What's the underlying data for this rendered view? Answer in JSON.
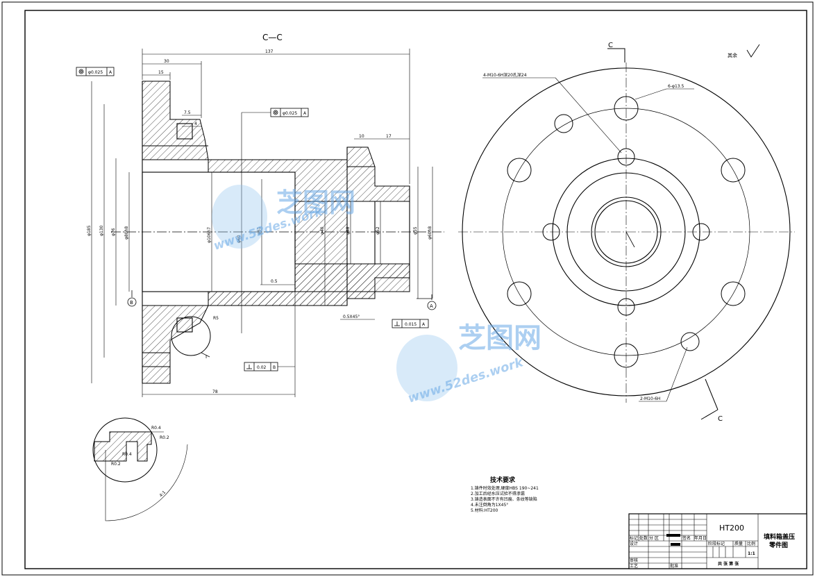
{
  "section": {
    "title": "C—C",
    "dims": {
      "d137": "137",
      "d30": "30",
      "d15": "15",
      "d7_5": "7.5",
      "d4": "4",
      "d10": "10",
      "d17": "17",
      "d78": "78",
      "d0_5": "0.5",
      "chamfer": "0.5X45°",
      "r5": "R5",
      "phi185": "φ185",
      "phi130": "φ130",
      "phi76": "φ76",
      "phi80h8": "φ80h8",
      "phi61": "φ61",
      "phi40": "φ40",
      "phi60h8": "φ60h8",
      "phi52": "φ52",
      "phi48": "φ48",
      "phi55": "φ55",
      "phi106h7": "φ106h7",
      "phi60": "φ60"
    },
    "gdt": {
      "coax1_val": "φ0.025",
      "coax1_ref": "A",
      "coax2_val": "φ0.025",
      "coax2_ref": "A",
      "perp1_val": "0.015",
      "perp1_ref": "A",
      "perp2_val": "0.02",
      "perp2_ref": "B"
    },
    "datum_a": "A",
    "datum_b": "B",
    "detail_label": "I"
  },
  "detail": {
    "r1": "R0.4",
    "r2": "R0.2",
    "r3": "R0.4",
    "r4": "R0.2",
    "scale": "4:1"
  },
  "view": {
    "cut_label_top": "C",
    "cut_label_bottom": "C",
    "callout1": "4-M10-6H深20孔深24",
    "callout2": "6-φ13.5",
    "callout3": "2-M10-6H"
  },
  "roughness_note": "其余",
  "tech": {
    "heading": "技术要求",
    "items": [
      "1.铸件时效处理,硬度HBS 190~241",
      "2.加工后经水压试验不得渗漏",
      "3.铸造表面不许有凹痕、条纹等缺陷",
      "4.未注倒角为1X45°",
      "5.材料:HT200"
    ]
  },
  "title_block": {
    "material": "HT200",
    "part_name": "填料箱盖压",
    "drawing_type": "零件图",
    "row_marks": "标记",
    "row_count": "处数",
    "row_zone": "分 区",
    "row_sign": "签名",
    "row_date": "年月日",
    "design": "设计",
    "review": "审核",
    "process": "工艺",
    "approve": "批准",
    "stage_mark": "阶段标记",
    "weight": "质量",
    "scale_label": "比例",
    "scale": "1:1",
    "sheets": "共 张 第 张"
  },
  "watermark": {
    "cn": "芝图网",
    "url": "www.52des.work"
  }
}
